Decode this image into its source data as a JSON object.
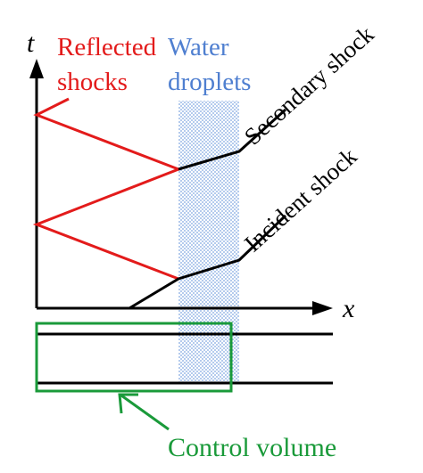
{
  "axes": {
    "t_label": "t",
    "x_label": "x"
  },
  "labels": {
    "reflected_line1": "Reflected",
    "reflected_line2": "shocks",
    "water_line1": "Water",
    "water_line2": "droplets",
    "secondary_shock": "Secondary shock",
    "incident_shock": "Incident shock",
    "control_volume": "Control volume"
  },
  "colors": {
    "reflected": "#e31b1b",
    "water_text": "#4f7fd0",
    "water_fill": "#7fa6e0",
    "shock": "#000000",
    "control_volume": "#1a9a3a"
  }
}
